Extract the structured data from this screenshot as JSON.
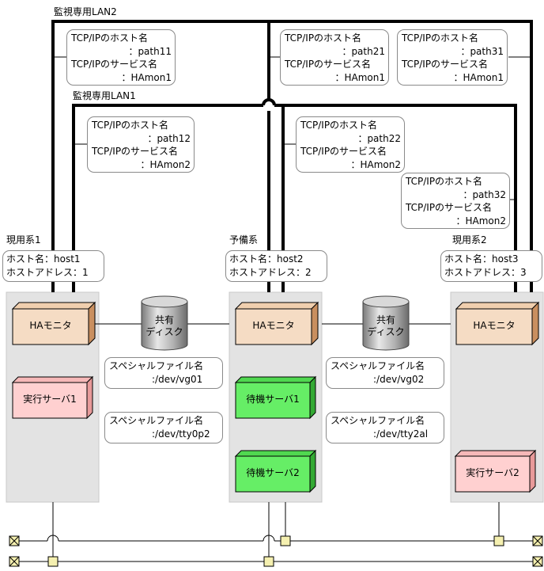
{
  "lan2_label": "監視専用LAN2",
  "lan1_label": "監視専用LAN1",
  "callouts": {
    "path11": {
      "host_label": "TCP/IPのホスト名",
      "host_value": "：path11",
      "service_label": "TCP/IPのサービス名",
      "service_value": "：HAmon1"
    },
    "path21": {
      "host_label": "TCP/IPのホスト名",
      "host_value": "：path21",
      "service_label": "TCP/IPのサービス名",
      "service_value": "：HAmon1"
    },
    "path31": {
      "host_label": "TCP/IPのホスト名",
      "host_value": "：path31",
      "service_label": "TCP/IPのサービス名",
      "service_value": "：HAmon1"
    },
    "path12": {
      "host_label": "TCP/IPのホスト名",
      "host_value": "：path12",
      "service_label": "TCP/IPのサービス名",
      "service_value": "：HAmon2"
    },
    "path22": {
      "host_label": "TCP/IPのホスト名",
      "host_value": "：path22",
      "service_label": "TCP/IPのサービス名",
      "service_value": "：HAmon2"
    },
    "path32": {
      "host_label": "TCP/IPのホスト名",
      "host_value": "：path32",
      "service_label": "TCP/IPのサービス名",
      "service_value": "：HAmon2"
    }
  },
  "systems": {
    "active1": {
      "title": "現用系1",
      "host": "ホスト名：host1",
      "address": "ホストアドレス：1"
    },
    "standby": {
      "title": "予備系",
      "host": "ホスト名：host2",
      "address": "ホストアドレス：2"
    },
    "active2": {
      "title": "現用系2",
      "host": "ホスト名：host3",
      "address": "ホストアドレス：3"
    }
  },
  "hamonitor_label": "HAモニタ",
  "servers": {
    "exec1": "実行サーバ1",
    "standby1": "待機サーバ1",
    "standby2": "待機サーバ2",
    "exec2": "実行サーバ2"
  },
  "disk": {
    "line1": "共有",
    "line2": "ディスク"
  },
  "special_files": {
    "vg01": {
      "label": "スペシャルファイル名",
      "value": ":/dev/vg01"
    },
    "tty0p2": {
      "label": "スペシャルファイル名",
      "value": ":/dev/tty0p2"
    },
    "vg02": {
      "label": "スペシャルファイル名",
      "value": ":/dev/vg02"
    },
    "tty2al": {
      "label": "スペシャルファイル名",
      "value": ":/dev/tty2al"
    }
  },
  "colors": {
    "node_bg": "#e3e3e3",
    "hamonitor_face": "#f5dcc4",
    "hamonitor_side": "#c98f5f",
    "exec_face": "#ffd0d0",
    "exec_side": "#e89a9a",
    "standby_face": "#66ee66",
    "standby_side": "#33aa33",
    "terminator": "#f5f0b0"
  }
}
